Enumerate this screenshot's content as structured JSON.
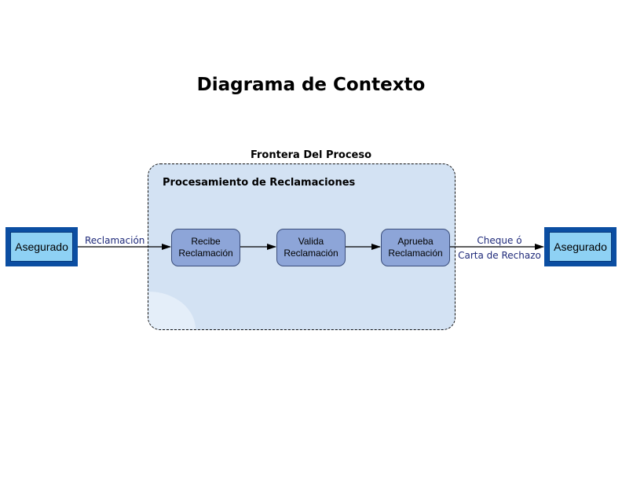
{
  "title": "Diagrama de Contexto",
  "boundary": {
    "label": "Frontera Del Proceso",
    "group_title": "Procesamiento de Reclamaciones"
  },
  "entities": {
    "left": "Asegurado",
    "right": "Asegurado"
  },
  "steps": [
    {
      "line1": "Recibe",
      "line2": "Reclamación"
    },
    {
      "line1": "Valida",
      "line2": "Reclamación"
    },
    {
      "line1": "Aprueba",
      "line2": "Reclamación"
    }
  ],
  "flows": {
    "input": "Reclamación",
    "output_line1": "Cheque ó",
    "output_line2": "Carta de Rechazo"
  },
  "colors": {
    "boundary_fill": "#d3e2f3",
    "entity_border": "#0b4ea2",
    "entity_fill": "#8ed1f4",
    "step_fill": "#8da5d8",
    "flow_label": "#1f2a7a"
  }
}
